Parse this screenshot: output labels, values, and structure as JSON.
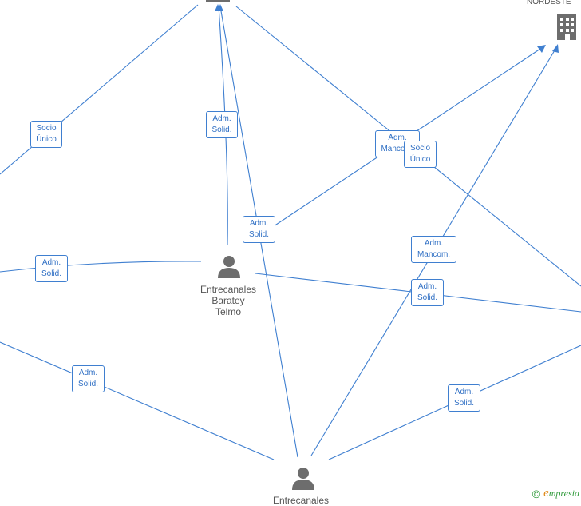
{
  "nodes": {
    "person_telmo": {
      "lines": [
        "Entrecanales",
        "Baratey",
        "Telmo"
      ]
    },
    "person_bottom": {
      "lines": [
        "Entrecanales"
      ]
    },
    "company_nordeste": {
      "label": "NORDESTE"
    }
  },
  "roles": {
    "socio_unico_left": [
      "Socio",
      "Único"
    ],
    "adm_solid_top": [
      "Adm.",
      "Solid."
    ],
    "adm_mancom_top": [
      "Adm.",
      "Mancom."
    ],
    "socio_unico_right": [
      "Socio",
      "Único"
    ],
    "adm_solid_center": [
      "Adm.",
      "Solid."
    ],
    "adm_solid_left": [
      "Adm.",
      "Solid."
    ],
    "adm_mancom_mid": [
      "Adm.",
      "Mancom."
    ],
    "adm_solid_mid": [
      "Adm.",
      "Solid."
    ],
    "adm_solid_lower_left": [
      "Adm.",
      "Solid."
    ],
    "adm_solid_lower_right": [
      "Adm.",
      "Solid."
    ]
  },
  "credit": {
    "symbol": "©",
    "brand_first": "e",
    "brand_rest": "mpresia"
  },
  "colors": {
    "edge": "#3f7fd0",
    "icon": "#6d6d6d",
    "brand": "#2f9a3a"
  }
}
